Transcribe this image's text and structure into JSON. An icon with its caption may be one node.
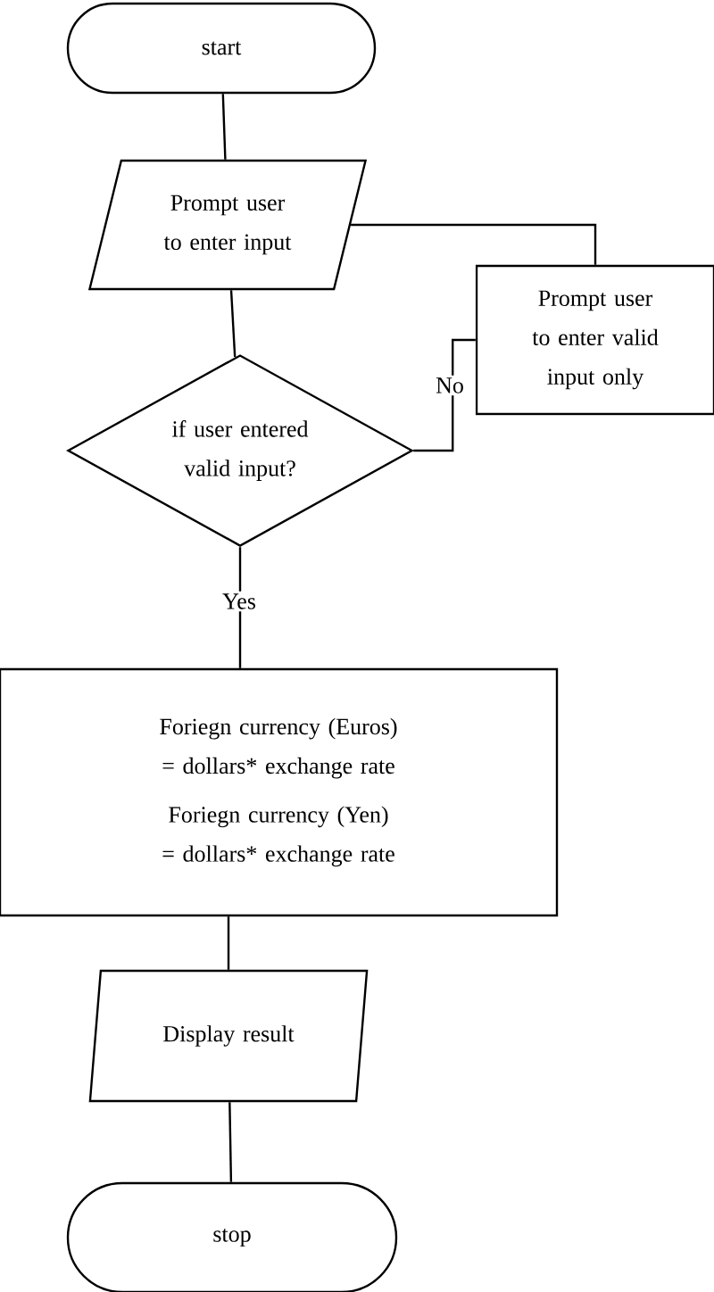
{
  "diagram": {
    "nodes": [
      {
        "text": [
          "start"
        ]
      },
      {
        "text": [
          "Prompt user to enter input"
        ]
      },
      {
        "text": [
          "Prompt user to enter valid input only"
        ]
      },
      {
        "text": [
          "if user entered valid input?"
        ]
      },
      {
        "text": [
          "Foriegn currency (Euros) = dollars* exchange rate",
          "Foriegn currency (Yen) = dollars* exchange rate"
        ]
      },
      {
        "text": [
          "Display result"
        ]
      },
      {
        "text": [
          "stop"
        ]
      }
    ],
    "edges": [
      {
        "from": 0,
        "to": 1,
        "arrow": "none"
      },
      {
        "from": 1,
        "to": 3,
        "arrow": "none"
      },
      {
        "from": 3,
        "to": 2,
        "arrow": "none",
        "label": "No"
      },
      {
        "from": 2,
        "to": 1,
        "arrow": "none"
      },
      {
        "from": 3,
        "to": 4,
        "arrow": "none",
        "label": "Yes"
      },
      {
        "from": 4,
        "to": 5,
        "arrow": "none"
      },
      {
        "from": 5,
        "to": 6,
        "arrow": "none"
      }
    ]
  }
}
